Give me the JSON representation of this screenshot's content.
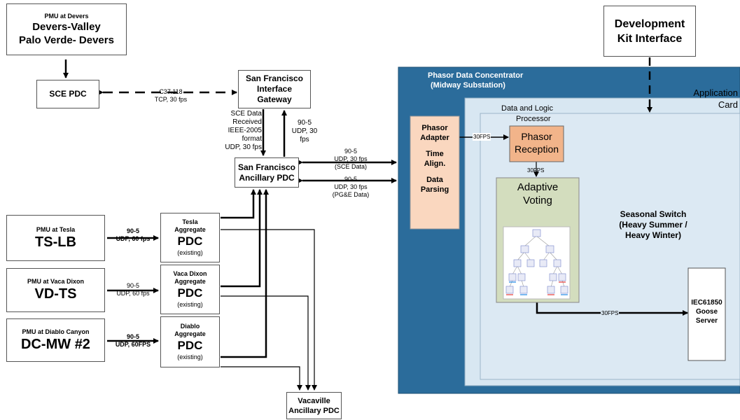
{
  "pmu_devers": {
    "title": "PMU at Devers",
    "line1": "Devers-Valley",
    "line2": "Palo Verde- Devers"
  },
  "sce_pdc": "SCE PDC",
  "link_sce_sf": {
    "line1": "C37.118",
    "line2": "TCP, 30 fps"
  },
  "sf_gateway": {
    "line1": "San Francisco",
    "line2": "Interface Gateway"
  },
  "sce_received": {
    "l1": "SCE Data",
    "l2": "Received",
    "l3": "IEEE-2005",
    "l4": "format",
    "l5": "UDP, 30 fps"
  },
  "gw_udp": {
    "l1": "90-5",
    "l2": "UDP, 30",
    "l3": "fps"
  },
  "sf_ancillary": {
    "line1": "San Francisco",
    "line2": "Ancillary PDC"
  },
  "link_sce_data": {
    "l1": "90-5",
    "l2": "UDP, 30 fps",
    "l3": "(SCE Data)"
  },
  "link_pge_data": {
    "l1": "90-5",
    "l2": "UDP, 30 fps",
    "l3": "(PG&E Data)"
  },
  "pmu_tesla": {
    "title": "PMU at Tesla",
    "name": "TS-LB"
  },
  "link_tesla": {
    "l1": "90-5",
    "l2": "UDP, 60 fps"
  },
  "tesla_pdc": {
    "l1": "Tesla",
    "l2": "Aggregate",
    "l3": "PDC",
    "l4": "(existing)"
  },
  "pmu_vaca": {
    "title": "PMU at Vaca Dixon",
    "name": "VD-TS"
  },
  "link_vaca": {
    "l1": "90-5",
    "l2": "UDP, 60 fps"
  },
  "vaca_pdc": {
    "l1": "Vaca Dixon",
    "l2": "Aggregate",
    "l3": "PDC",
    "l4": "(existing)"
  },
  "pmu_diablo": {
    "title": "PMU at Diablo Canyon",
    "name": "DC-MW #2"
  },
  "link_diablo": {
    "l1": "90-5",
    "l2": "UDP, 60FPS"
  },
  "diablo_pdc": {
    "l1": "Diablo",
    "l2": "Aggregate",
    "l3": "PDC",
    "l4": "(existing)"
  },
  "vacaville": {
    "line1": "Vacaville",
    "line2": "Ancillary PDC"
  },
  "dev_kit": {
    "line1": "Development",
    "line2": "Kit Interface"
  },
  "concentrator": {
    "line1": "Phasor Data Concentrator",
    "line2": "(Midway Substation)"
  },
  "app_card": {
    "line1": "Application",
    "line2": "Card"
  },
  "data_logic": "Data and Logic",
  "processor": "Processor",
  "phasor_adapter": {
    "l1": "Phasor",
    "l2": "Adapter",
    "l3": "Time",
    "l4": "Align.",
    "l5": "Data",
    "l6": "Parsing"
  },
  "phasor_reception": {
    "l1": "Phasor",
    "l2": "Reception"
  },
  "fps_adapter_reception": "30FPS",
  "fps_reception_voting": "30FPS",
  "adaptive_voting": {
    "l1": "Adaptive",
    "l2": "Voting"
  },
  "seasonal_switch": {
    "l1": "Seasonal Switch",
    "l2": "(Heavy Summer /",
    "l3": "Heavy Winter)"
  },
  "fps_voting_goose": "30FPS",
  "goose_server": {
    "l1": "IEC61850",
    "l2": "Goose",
    "l3": "Server"
  },
  "colors": {
    "concentrator_blue": "#2B6C9B",
    "card_fill": "#D8E7F2",
    "adapter_fill": "#FAD7BF",
    "reception_fill": "#F2B48A",
    "voting_fill": "#D3DDBE"
  }
}
